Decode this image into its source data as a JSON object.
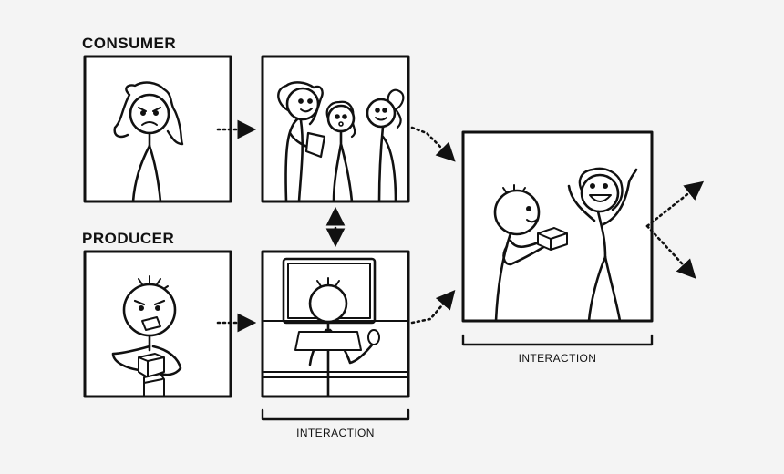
{
  "labels": {
    "consumer": "CONSUMER",
    "producer": "PRODUCER",
    "interaction_small": "INTERACTION",
    "interaction_large": "INTERACTION"
  },
  "colors": {
    "background": "#f4f4f4",
    "ink": "#111111",
    "panel_fill": "#ffffff"
  },
  "panels": [
    {
      "name": "consumer-alone-panel",
      "depicts": "sad-consumer"
    },
    {
      "name": "consumer-group-panel",
      "depicts": "group-of-consumers"
    },
    {
      "name": "producer-alone-panel",
      "depicts": "angry-producer-with-boxes"
    },
    {
      "name": "producer-computer-panel",
      "depicts": "producer-at-computer"
    },
    {
      "name": "interaction-result-panel",
      "depicts": "producer-hands-box-to-happy-consumer"
    }
  ],
  "arrows": [
    {
      "from": "consumer-alone-panel",
      "to": "consumer-group-panel",
      "style": "dotted"
    },
    {
      "from": "producer-alone-panel",
      "to": "producer-computer-panel",
      "style": "dotted"
    },
    {
      "from": "consumer-group-panel",
      "to": "producer-computer-panel",
      "style": "dotted-bidirectional"
    },
    {
      "from": "consumer-group-panel",
      "to": "interaction-result-panel",
      "style": "dotted"
    },
    {
      "from": "producer-computer-panel",
      "to": "interaction-result-panel",
      "style": "dotted"
    },
    {
      "from": "interaction-result-panel",
      "to": "outside-up",
      "style": "dotted"
    },
    {
      "from": "interaction-result-panel",
      "to": "outside-down",
      "style": "dotted"
    }
  ]
}
